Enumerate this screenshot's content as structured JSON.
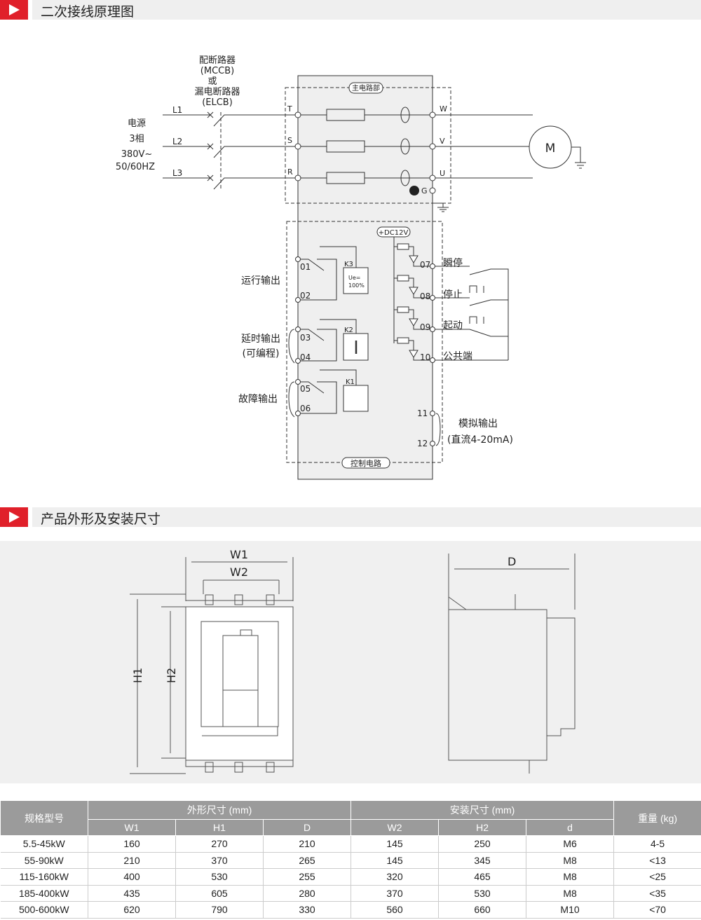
{
  "sections": {
    "wiring_title": "二次接线原理图",
    "dimensions_title": "产品外形及安装尺寸"
  },
  "wiring": {
    "breaker": [
      "配断路器",
      "(MCCB)",
      "或",
      "漏电断路器",
      "(ELCB)"
    ],
    "power": [
      "电源",
      "3相",
      "380V~",
      "50/60HZ"
    ],
    "lines": [
      "L1",
      "L2",
      "L3"
    ],
    "inputs": [
      "T",
      "S",
      "R"
    ],
    "outputs": [
      "W",
      "V",
      "U"
    ],
    "ground_label": "G",
    "motor": "M",
    "main_circuit": "主电路部",
    "control_circuit": "控制电路",
    "dc": "+DC12V",
    "terminals": [
      "01",
      "02",
      "03",
      "04",
      "05",
      "06",
      "07",
      "08",
      "09",
      "10",
      "11",
      "12"
    ],
    "relays": [
      "K3",
      "K2",
      "K1"
    ],
    "k3_text": [
      "Ue=",
      "100%"
    ],
    "left_labels": {
      "run": "运行输出",
      "delay": "延时输出",
      "delay_sub": "(可编程)",
      "fault": "故障输出"
    },
    "right_labels": {
      "instant_stop": "瞬停",
      "stop": "停止",
      "start": "起动",
      "common": "公共端",
      "analog": "模拟输出",
      "analog_sub": "(直流4-20mA)"
    }
  },
  "dims": {
    "W1": "W1",
    "W2": "W2",
    "H1": "H1",
    "H2": "H2",
    "D": "D"
  },
  "table": {
    "model": "规格型号",
    "outer": "外形尺寸 (mm)",
    "mount": "安装尺寸 (mm)",
    "weight": "重量 (kg)",
    "sub": [
      "W1",
      "H1",
      "D",
      "W2",
      "H2",
      "d"
    ],
    "rows": [
      [
        "5.5-45kW",
        "160",
        "270",
        "210",
        "145",
        "250",
        "M6",
        "4-5"
      ],
      [
        "55-90kW",
        "210",
        "370",
        "265",
        "145",
        "345",
        "M8",
        "<13"
      ],
      [
        "115-160kW",
        "400",
        "530",
        "255",
        "320",
        "465",
        "M8",
        "<25"
      ],
      [
        "185-400kW",
        "435",
        "605",
        "280",
        "370",
        "530",
        "M8",
        "<35"
      ],
      [
        "500-600kW",
        "620",
        "790",
        "330",
        "560",
        "660",
        "M10",
        "<70"
      ]
    ]
  }
}
